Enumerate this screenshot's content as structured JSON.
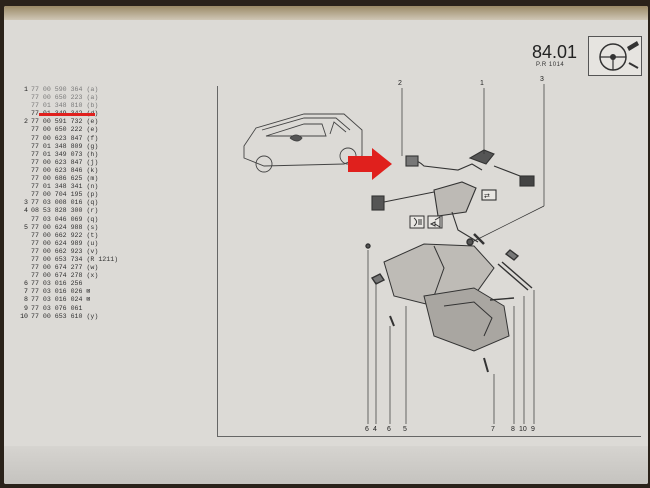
{
  "header": {
    "page_number": "84.01",
    "page_ref": "P.R 1014"
  },
  "parts_list": [
    {
      "ref": "1",
      "number": "77 00 590 364",
      "note": "(a)",
      "faded": true
    },
    {
      "ref": "",
      "number": "77 00 650 223",
      "note": "(a)",
      "faded": true
    },
    {
      "ref": "",
      "number": "77 01 348 810",
      "note": "(b)",
      "faded": true
    },
    {
      "ref": "",
      "number": "77 01 349 342",
      "note": "(d)",
      "faded": false
    },
    {
      "ref": "2",
      "number": "77 00 591 732",
      "note": "(e)",
      "faded": false
    },
    {
      "ref": "",
      "number": "77 00 650 222",
      "note": "(e)",
      "faded": false
    },
    {
      "ref": "",
      "number": "77 00 623 847",
      "note": "(f)",
      "faded": false
    },
    {
      "ref": "",
      "number": "77 01 348 809",
      "note": "(g)",
      "faded": false
    },
    {
      "ref": "",
      "number": "77 01 349 073",
      "note": "(h)",
      "faded": false
    },
    {
      "ref": "",
      "number": "77 00 623 847",
      "note": "(j)",
      "faded": false
    },
    {
      "ref": "",
      "number": "77 00 623 846",
      "note": "(k)",
      "faded": false
    },
    {
      "ref": "",
      "number": "77 00 686 625",
      "note": "(m)",
      "faded": false
    },
    {
      "ref": "",
      "number": "77 01 348 341",
      "note": "(n)",
      "faded": false
    },
    {
      "ref": "",
      "number": "77 00 704 195",
      "note": "(p)",
      "faded": false
    },
    {
      "ref": "3",
      "number": "77 03 008 016",
      "note": "(q)",
      "faded": false
    },
    {
      "ref": "4",
      "number": "08 53 828 300",
      "note": "(r)",
      "faded": false
    },
    {
      "ref": "",
      "number": "77 03 046 069",
      "note": "(q)",
      "faded": false
    },
    {
      "ref": "5",
      "number": "77 00 624 988",
      "note": "(s)",
      "faded": false
    },
    {
      "ref": "",
      "number": "77 00 662 922",
      "note": "(t)",
      "faded": false
    },
    {
      "ref": "",
      "number": "77 00 624 989",
      "note": "(u)",
      "faded": false
    },
    {
      "ref": "",
      "number": "77 00 662 923",
      "note": "(v)",
      "faded": false
    },
    {
      "ref": "",
      "number": "77 00 653 734",
      "note": "(R 1211)",
      "faded": false
    },
    {
      "ref": "",
      "number": "77 00 674 277",
      "note": "(w)",
      "faded": false
    },
    {
      "ref": "",
      "number": "77 00 674 278",
      "note": "(x)",
      "faded": false
    },
    {
      "ref": "6",
      "number": "77 03 016 256",
      "note": "",
      "faded": false
    },
    {
      "ref": "7",
      "number": "77 03 016 026",
      "note": "⊠",
      "faded": false
    },
    {
      "ref": "8",
      "number": "77 03 016 024",
      "note": "⊠",
      "faded": false
    },
    {
      "ref": "9",
      "number": "77 03 076 061",
      "note": "",
      "faded": false
    },
    {
      "ref": "10",
      "number": "77 00 653 610",
      "note": "(y)",
      "faded": false
    }
  ],
  "callouts_top": [
    "2",
    "1",
    "3"
  ],
  "callouts_bottom": [
    "6",
    "4",
    "6",
    "5",
    "7",
    "8",
    "10",
    "9"
  ],
  "colors": {
    "arrow": "#e0201d",
    "highlight": "#e0201d",
    "paper": "#dcdad6",
    "ink": "#2b2b2b"
  },
  "icons": [
    "steering-wheel-icon",
    "headlight-icon",
    "horn-icon",
    "indicator-arrows-icon"
  ]
}
